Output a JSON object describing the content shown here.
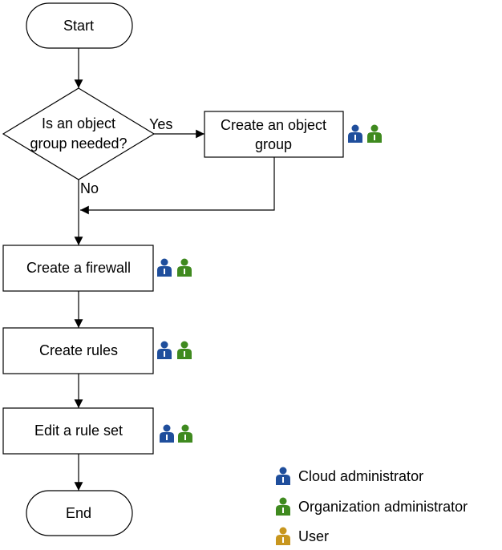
{
  "nodes": {
    "start": {
      "label": "Start"
    },
    "decision": {
      "line1": "Is an object",
      "line2": "group needed?"
    },
    "create_object_group": {
      "line1": "Create an object",
      "line2": "group"
    },
    "create_firewall": {
      "label": "Create a firewall"
    },
    "create_rules": {
      "label": "Create rules"
    },
    "edit_rule_set": {
      "label": "Edit a rule set"
    },
    "end": {
      "label": "End"
    }
  },
  "edges": {
    "yes_label": "Yes",
    "no_label": "No"
  },
  "legend": {
    "items": [
      {
        "label": "Cloud administrator",
        "color": "#1f4e9c",
        "icon": "person-icon"
      },
      {
        "label": "Organization administrator",
        "color": "#3f8a1f",
        "icon": "person-icon"
      },
      {
        "label": "User",
        "color": "#c8961e",
        "icon": "person-icon"
      }
    ]
  },
  "colors": {
    "cloud_admin": "#1f4e9c",
    "org_admin": "#3f8a1f",
    "user": "#c8961e",
    "stroke": "#000000"
  }
}
